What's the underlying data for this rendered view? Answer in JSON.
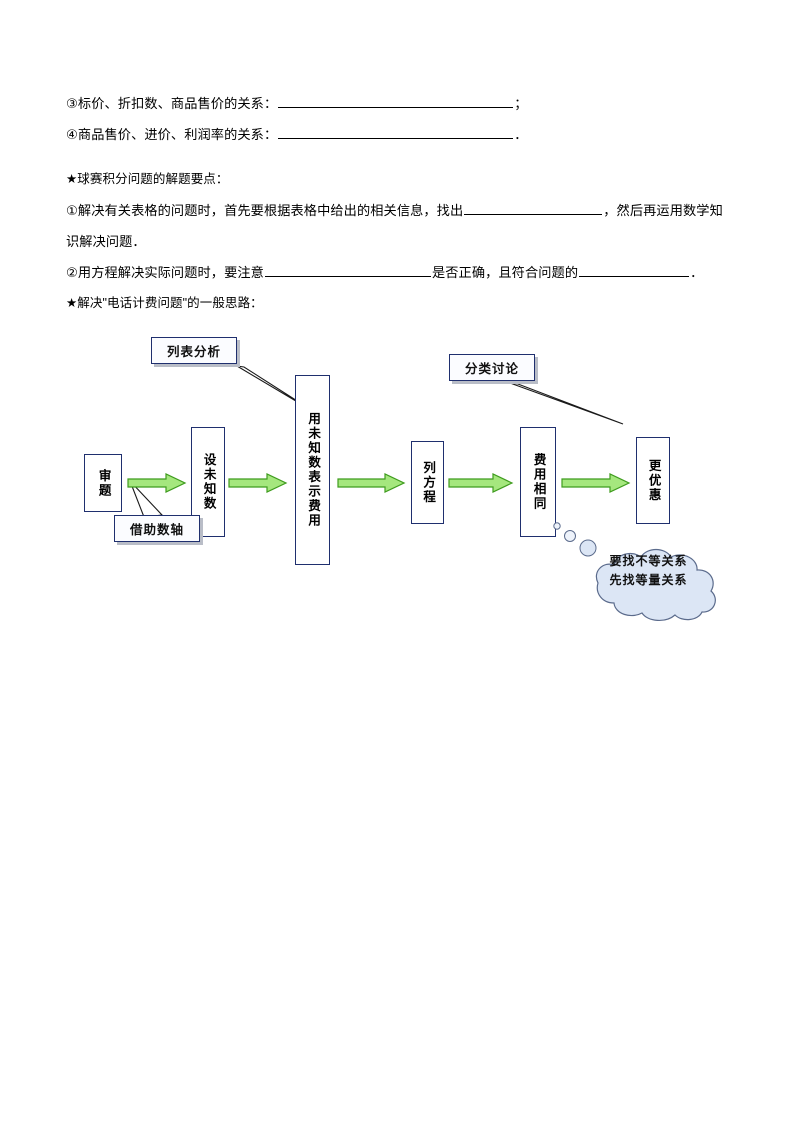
{
  "document": {
    "lines": [
      {
        "id": "line3",
        "prefix": "③标价、折扣数、商品售价的关系：",
        "suffix": "；"
      },
      {
        "id": "line4",
        "prefix": "④商品售价、进价、利润率的关系：",
        "suffix": "．"
      }
    ],
    "section_ball": {
      "heading": "★球赛积分问题的解题要点：",
      "item1_part1": "①解决有关表格的问题时，首先要根据表格中给出的相关信息，找出",
      "item1_part2": "，然后再运用数学知",
      "item1_part3": "识解决问题．",
      "item2_part1": "②用方程解决实际问题时，要注意",
      "item2_part2": "是否正确，且符合问题的",
      "item2_part3": "．"
    },
    "section_phone": {
      "heading": "★解决\"电话计费问题\"的一般思路："
    }
  },
  "chart_data": {
    "type": "diagram",
    "title": "解决\"电话计费问题\"的一般思路",
    "flow_nodes": [
      {
        "id": "n1",
        "label": "审题",
        "orientation": "horizontal-2line"
      },
      {
        "id": "n2",
        "label": "设未知数",
        "orientation": "vertical"
      },
      {
        "id": "n3",
        "label": "用未知数表示费用",
        "orientation": "vertical"
      },
      {
        "id": "n4",
        "label": "列方程",
        "orientation": "vertical"
      },
      {
        "id": "n5",
        "label": "费用相同",
        "orientation": "vertical"
      },
      {
        "id": "n6",
        "label": "更优惠",
        "orientation": "vertical"
      }
    ],
    "callouts": [
      {
        "id": "c1",
        "label": "列表分析",
        "points_to": "n3"
      },
      {
        "id": "c2",
        "label": "借助数轴",
        "points_to": "n1"
      },
      {
        "id": "c3",
        "label": "分类讨论",
        "points_to": "n6"
      }
    ],
    "thought_bubble": {
      "line1": "要找不等关系",
      "line2": "先找等量关系",
      "attached_to": "n5"
    },
    "arrow_count": 5,
    "colors": {
      "arrow_fill": "#a5e77e",
      "arrow_stroke": "#3f9c1e",
      "node_border": "#1f2f6e",
      "node_fill": "#ffffff",
      "callout_fill": "#fbfcff",
      "callout_shadow": "#b9bdc7",
      "cloud_fill": "#dce6f5",
      "cloud_stroke": "#5b6b8c"
    }
  }
}
